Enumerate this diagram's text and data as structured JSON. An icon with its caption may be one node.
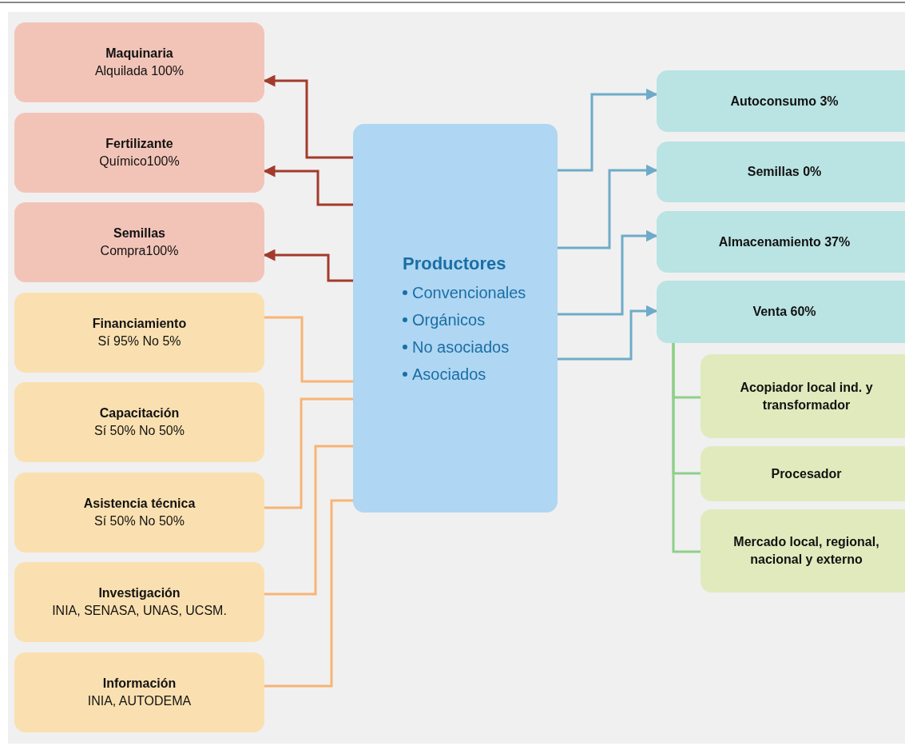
{
  "diagram": {
    "nodes": [
      {
        "text": [
          "Maquinaria",
          "Alquilada 100%"
        ]
      },
      {
        "text": [
          "Fertilizante",
          "Químico100%"
        ]
      },
      {
        "text": [
          "Semillas",
          "Compra100%"
        ]
      },
      {
        "text": [
          "Financiamiento",
          "Sí 95%  No 5%"
        ]
      },
      {
        "text": [
          "Capacitación",
          "Sí 50%  No 50%"
        ]
      },
      {
        "text": [
          "Asistencia técnica",
          "Sí 50%  No 50%"
        ]
      },
      {
        "text": [
          "Investigación",
          "INIA, SENASA, UNAS, UCSM."
        ]
      },
      {
        "text": [
          "Información",
          "INIA, AUTODEMA"
        ]
      },
      {
        "text": [
          "Productores",
          "Convencionales",
          "Orgánicos",
          "No asociados",
          "Asociados"
        ]
      },
      {
        "text": [
          "Autoconsumo 3%"
        ]
      },
      {
        "text": [
          "Semillas 0%"
        ]
      },
      {
        "text": [
          "Almacenamiento 37%"
        ]
      },
      {
        "text": [
          "Venta 60%"
        ]
      },
      {
        "text": [
          "Acopiador local ind. y transformador"
        ]
      },
      {
        "text": [
          "Procesador"
        ]
      },
      {
        "text": [
          "Mercado local, regional, nacional y externo"
        ]
      }
    ],
    "edges": [
      {
        "from": 8,
        "to": 0,
        "arrow": "to",
        "color": "#a23b2a"
      },
      {
        "from": 8,
        "to": 1,
        "arrow": "to",
        "color": "#a23b2a"
      },
      {
        "from": 8,
        "to": 2,
        "arrow": "to",
        "color": "#a23b2a"
      },
      {
        "from": 3,
        "to": 8,
        "arrow": "none",
        "color": "#f8b475"
      },
      {
        "from": 5,
        "to": 8,
        "arrow": "none",
        "color": "#f8b475"
      },
      {
        "from": 6,
        "to": 8,
        "arrow": "none",
        "color": "#f8b475"
      },
      {
        "from": 7,
        "to": 8,
        "arrow": "none",
        "color": "#f8b475"
      },
      {
        "from": 8,
        "to": 9,
        "arrow": "to",
        "color": "#6fabc8"
      },
      {
        "from": 8,
        "to": 10,
        "arrow": "to",
        "color": "#6fabc8"
      },
      {
        "from": 8,
        "to": 11,
        "arrow": "to",
        "color": "#6fabc8"
      },
      {
        "from": 8,
        "to": 12,
        "arrow": "to",
        "color": "#6fabc8"
      },
      {
        "from": 12,
        "to": 13,
        "arrow": "none",
        "color": "#8fcf8a"
      },
      {
        "from": 12,
        "to": 14,
        "arrow": "none",
        "color": "#8fcf8a"
      },
      {
        "from": 12,
        "to": 15,
        "arrow": "none",
        "color": "#8fcf8a"
      }
    ]
  }
}
